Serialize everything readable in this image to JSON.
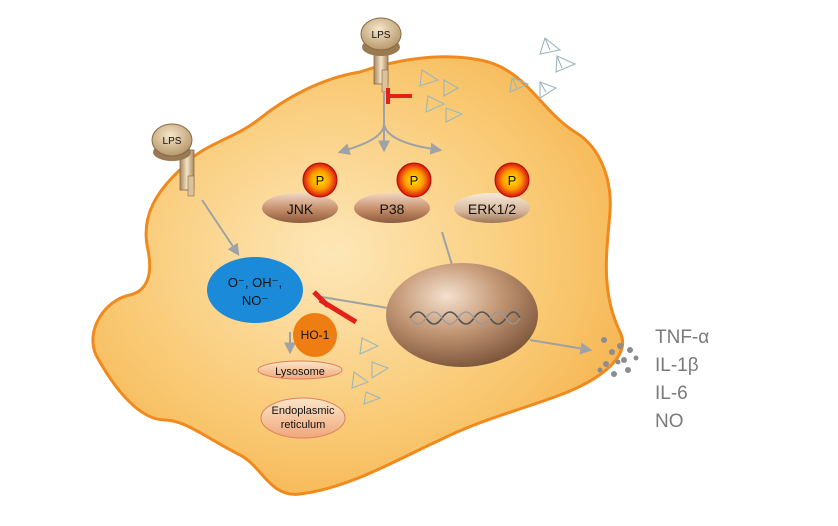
{
  "receptors": [
    {
      "label": "LPS"
    },
    {
      "label": "LPS"
    }
  ],
  "kinases": [
    {
      "label": "JNK",
      "phospho": "P"
    },
    {
      "label": "P38",
      "phospho": "P"
    },
    {
      "label": "ERK1/2",
      "phospho": "P"
    }
  ],
  "ros": {
    "line1": "O⁻, OH⁻,",
    "line2": "NO⁻"
  },
  "ho1": {
    "label": "HO-1"
  },
  "organelles": {
    "lysosome": "Lysosome",
    "er_line1": "Endoplasmic",
    "er_line2": "reticulum"
  },
  "outputs": [
    "TNF-α",
    "IL-1β",
    "IL-6",
    "NO"
  ],
  "colors": {
    "cell_fill": "#f9c56f",
    "cell_stroke": "#f08a1e",
    "inhibit": "#e32119",
    "ros_fill": "#1b8ad8",
    "ho1_fill": "#ee7d12",
    "arrow": "#9ea2a6",
    "output_text": "#7a7a7a"
  }
}
